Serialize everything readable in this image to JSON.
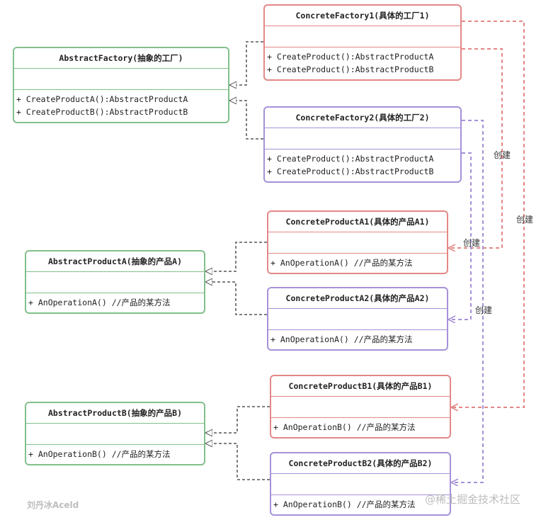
{
  "classes": {
    "abstract_factory": {
      "title": "AbstractFactory(抽象的工厂)",
      "methods": [
        "+ CreateProductA():AbstractProductA",
        "+ CreateProductB():AbstractProductB"
      ]
    },
    "concrete_factory_1": {
      "title": "ConcreteFactory1(具体的工厂1)",
      "methods": [
        "+ CreateProduct():AbstractProductA",
        "+ CreateProduct():AbstractProductB"
      ]
    },
    "concrete_factory_2": {
      "title": "ConcreteFactory2(具体的工厂2)",
      "methods": [
        "+ CreateProduct():AbstractProductA",
        "+ CreateProduct():AbstractProductB"
      ]
    },
    "abstract_product_a": {
      "title": "AbstractProductA(抽象的产品A)",
      "methods": [
        "+ AnOperationA() //产品的某方法"
      ]
    },
    "concrete_product_a1": {
      "title": "ConcreteProductA1(具体的产品A1)",
      "methods": [
        "+ AnOperationA() //产品的某方法"
      ]
    },
    "concrete_product_a2": {
      "title": "ConcreteProductA2(具体的产品A2)",
      "methods": [
        "+ AnOperationA() //产品的某方法"
      ]
    },
    "abstract_product_b": {
      "title": "AbstractProductB(抽象的产品B)",
      "methods": [
        "+ AnOperationB() //产品的某方法"
      ]
    },
    "concrete_product_b1": {
      "title": "ConcreteProductB1(具体的产品B1)",
      "methods": [
        "+ AnOperationB() //产品的某方法"
      ]
    },
    "concrete_product_b2": {
      "title": "ConcreteProductB2(具体的产品B2)",
      "methods": [
        "+ AnOperationB() //产品的某方法"
      ]
    }
  },
  "relation_labels": {
    "factory2_creates_a2": "创建",
    "factory1_creates_a1": "创建",
    "factory1_creates_b1": "创建",
    "factory2_creates_b2": "创建"
  },
  "watermarks": {
    "author": "刘丹冰Aceld",
    "site": "@稀土掘金技术社区"
  },
  "colors": {
    "abstract": "#82c08a",
    "factory1_family": "#e48787",
    "factory2_family": "#a691d8",
    "inheritance": "#555555"
  }
}
